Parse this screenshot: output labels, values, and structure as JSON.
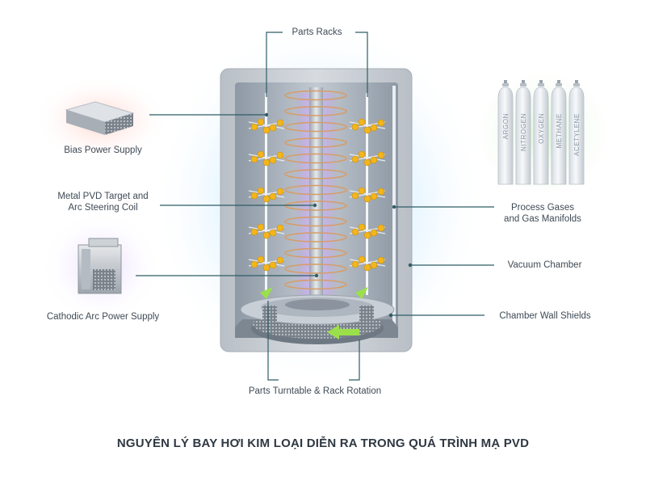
{
  "labels": {
    "parts_racks": "Parts Racks",
    "bias_power_supply": "Bias Power Supply",
    "metal_pvd_target_line1": "Metal PVD Target and",
    "metal_pvd_target_line2": "Arc Steering Coil",
    "cathodic_arc_power_supply": "Cathodic Arc Power Supply",
    "process_gases_line1": "Process Gases",
    "process_gases_line2": "and Gas Manifolds",
    "vacuum_chamber": "Vacuum Chamber",
    "chamber_wall_shields": "Chamber Wall Shields",
    "parts_turntable": "Parts Turntable & Rack Rotation"
  },
  "gas_cylinders": [
    "ARGON",
    "NITROGEN",
    "OXYGEN",
    "METHANE",
    "ACETYLENE"
  ],
  "caption": "NGUYÊN LÝ BAY HƠI KIM LOẠI DIỄN RA TRONG QUÁ TRÌNH MẠ PVD",
  "colors": {
    "leader_line": "#2f5d66",
    "chamber_frame": "#c4c9cf",
    "chamber_inner": "#a9b2bc",
    "coil": "#d79d6a",
    "parts": "#f2b51c",
    "plasma": "#b98cf0",
    "arrow": "#9be04a"
  }
}
